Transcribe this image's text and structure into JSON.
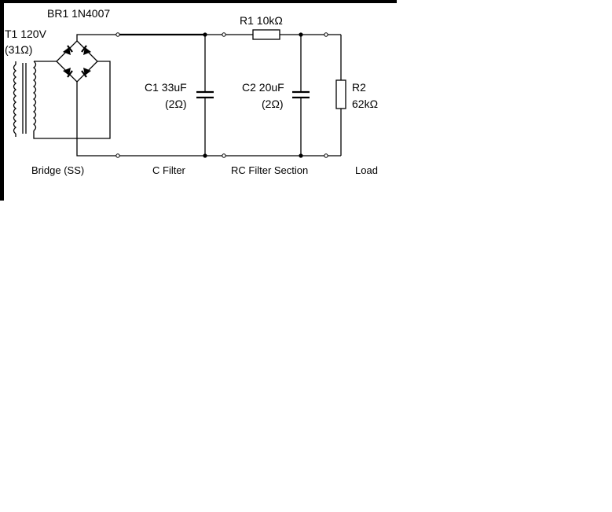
{
  "diagram": {
    "bridge_title": "BR1 1N4007",
    "transformer": {
      "name": "T1 120V",
      "resistance": "(31Ω)"
    },
    "c1": {
      "name": "C1 33uF",
      "esr": "(2Ω)"
    },
    "c2": {
      "name": "C2 20uF",
      "esr": "(2Ω)"
    },
    "r1": {
      "name": "R1 10kΩ"
    },
    "r2": {
      "name": "R2",
      "value": "62kΩ"
    },
    "sections": {
      "bridge": "Bridge (SS)",
      "c_filter": "C Filter",
      "rc_filter": "RC Filter Section",
      "load": "Load"
    },
    "colors": {
      "ink": "#000000",
      "background": "#ffffff"
    }
  }
}
